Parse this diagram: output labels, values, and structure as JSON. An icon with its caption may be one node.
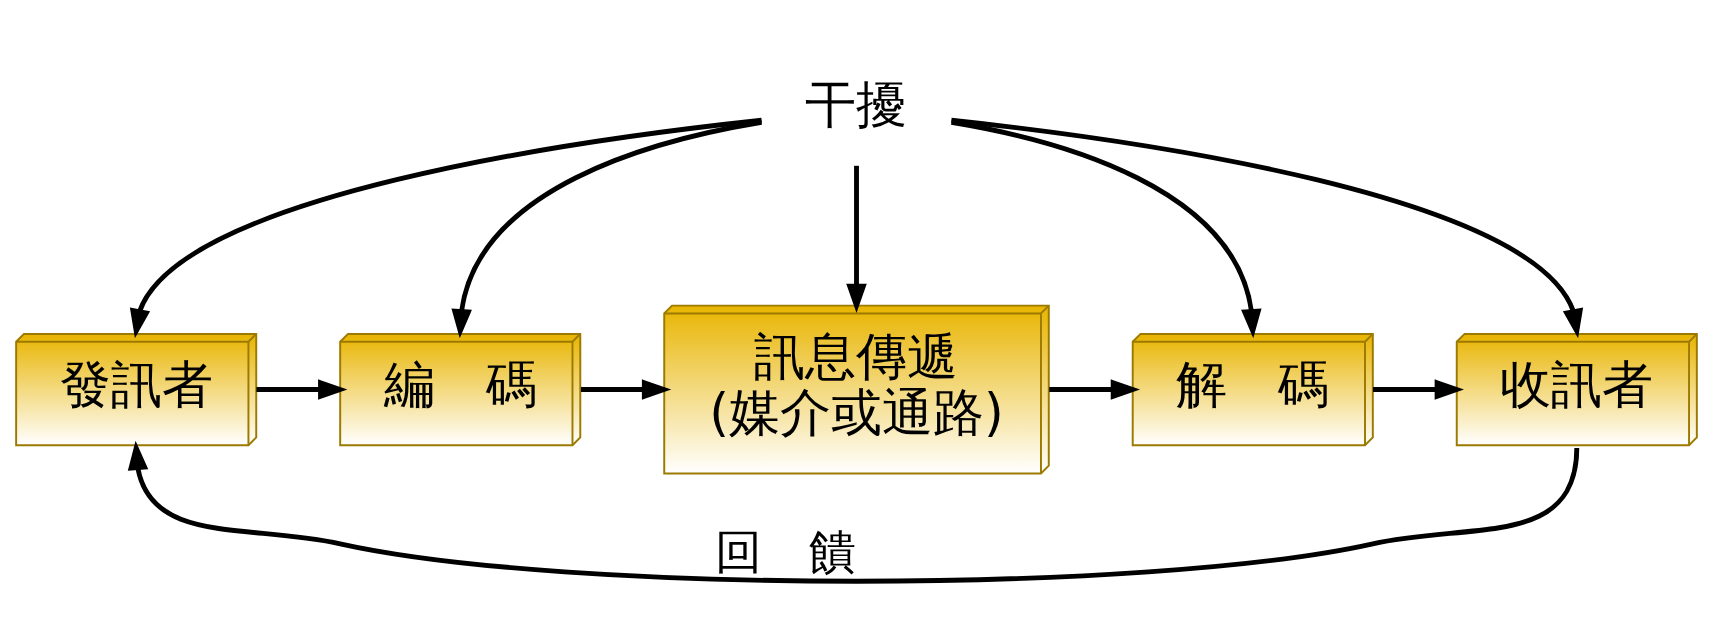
{
  "diagram": {
    "nodes": [
      {
        "text": [
          "干擾"
        ]
      },
      {
        "text": [
          "發訊者"
        ]
      },
      {
        "text": [
          "編　碼"
        ]
      },
      {
        "text": [
          "訊息傳遞",
          "(媒介或通路)"
        ]
      },
      {
        "text": [
          "解　碼"
        ]
      },
      {
        "text": [
          "收訊者"
        ]
      }
    ],
    "edges": [
      {
        "from": 0,
        "to": 1,
        "arrow": "to"
      },
      {
        "from": 0,
        "to": 2,
        "arrow": "to"
      },
      {
        "from": 0,
        "to": 3,
        "arrow": "to"
      },
      {
        "from": 0,
        "to": 4,
        "arrow": "to"
      },
      {
        "from": 0,
        "to": 5,
        "arrow": "to"
      },
      {
        "from": 1,
        "to": 2,
        "arrow": "to"
      },
      {
        "from": 2,
        "to": 3,
        "arrow": "to"
      },
      {
        "from": 3,
        "to": 4,
        "arrow": "to"
      },
      {
        "from": 4,
        "to": 5,
        "arrow": "to"
      },
      {
        "from": 5,
        "to": 1,
        "arrow": "to",
        "label": "回　饋"
      }
    ]
  }
}
